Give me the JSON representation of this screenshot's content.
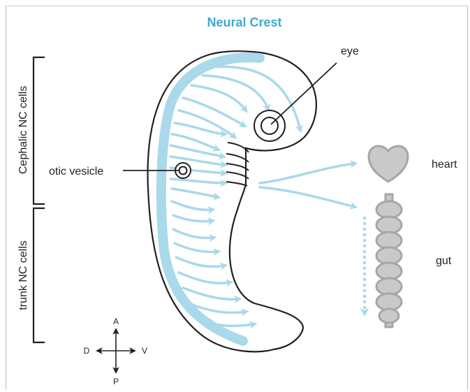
{
  "title": "Neural Crest",
  "labels": {
    "eye": "eye",
    "otic_vesicle": "otic vesicle",
    "heart": "heart",
    "gut": "gut"
  },
  "brackets": {
    "cephalic": "Cephalic NC cells",
    "trunk": "trunk NC cells"
  },
  "compass": {
    "anterior": "A",
    "posterior": "P",
    "dorsal": "D",
    "ventral": "V"
  },
  "colors": {
    "migration": "#a9d9ea",
    "title": "#3fa9d1",
    "organ_fill": "#c9c9c9",
    "organ_stroke": "#a6a6a6",
    "outline": "#231f20"
  }
}
